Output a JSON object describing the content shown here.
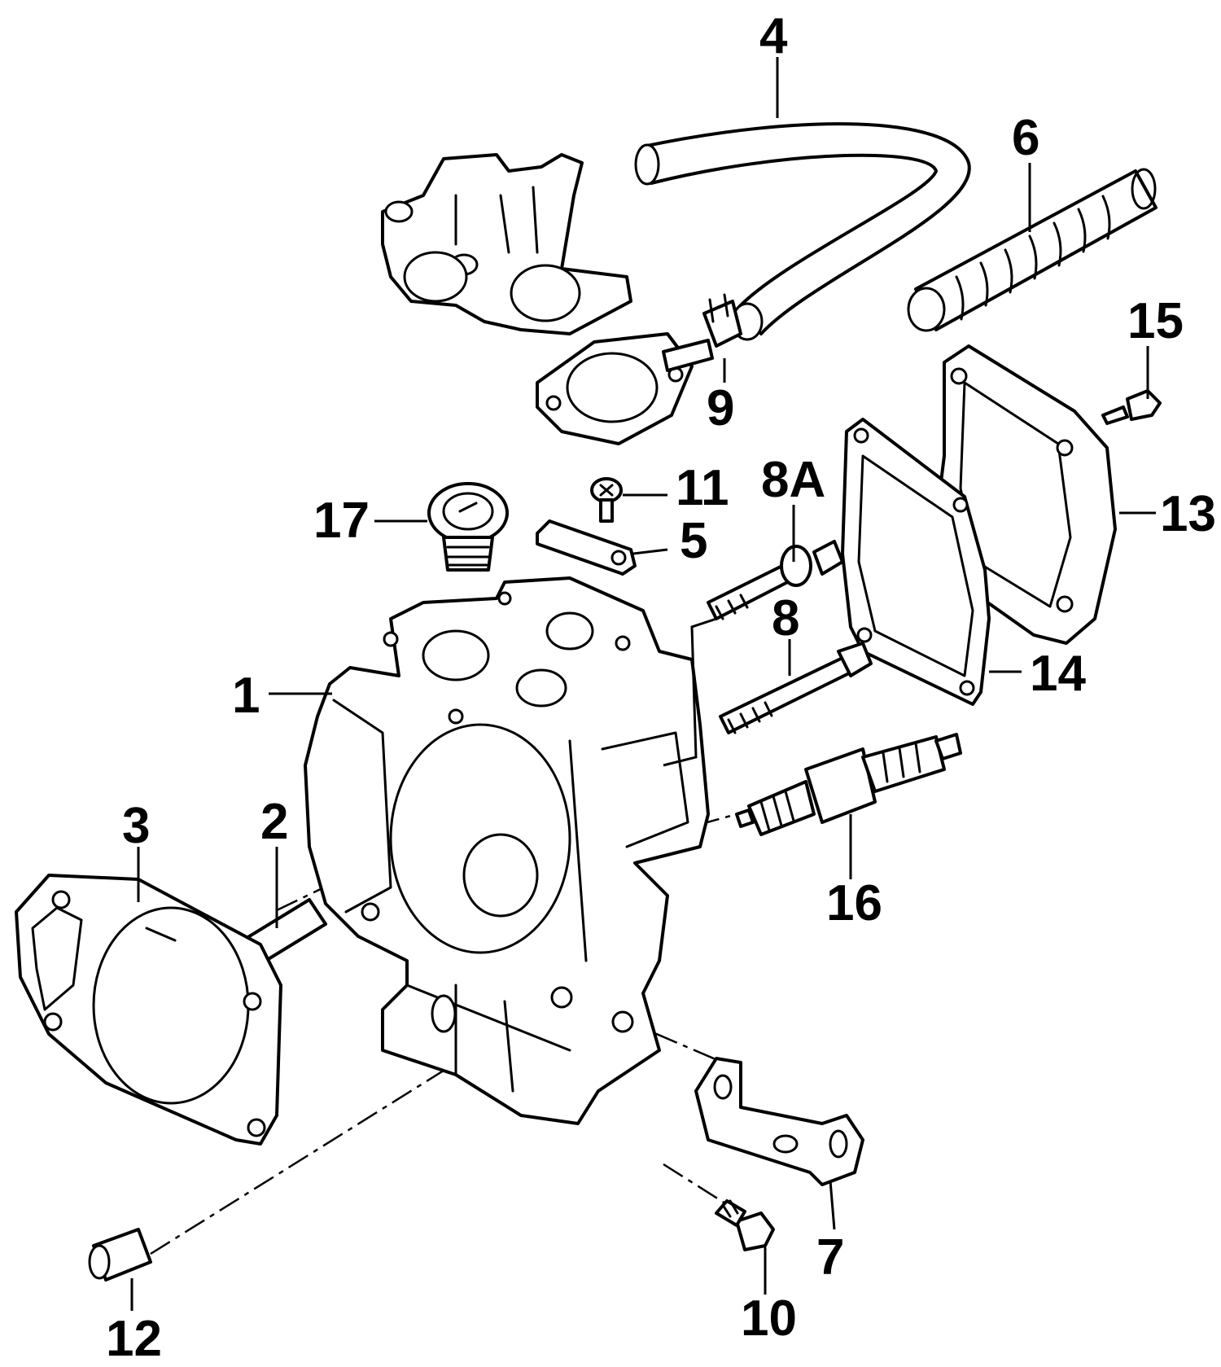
{
  "callouts": {
    "c1": "1",
    "c2": "2",
    "c3": "3",
    "c4": "4",
    "c5": "5",
    "c6": "6",
    "c7": "7",
    "c8": "8",
    "c8a": "8A",
    "c9": "9",
    "c10": "10",
    "c11": "11",
    "c12": "12",
    "c13": "13",
    "c14": "14",
    "c15": "15",
    "c16": "16",
    "c17": "17"
  },
  "colors": {
    "line": "#000000",
    "background": "#ffffff"
  }
}
